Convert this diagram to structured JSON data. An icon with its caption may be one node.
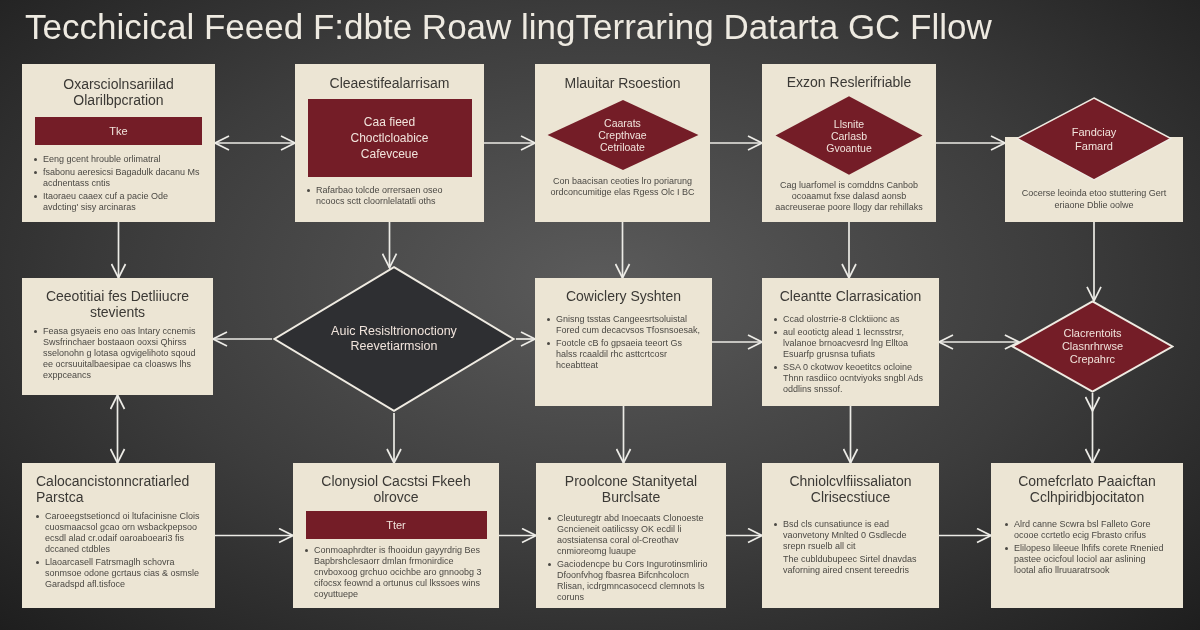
{
  "diagram": {
    "title": "Tecchicical Feeed F:dbte Roaw lingTerraring Datarta GC Fllow",
    "nodes": [
      {
        "text": [
          "Oxarsciolnsariilad Olarilbpcration",
          "Eeng gcent hrouble orlimatral",
          "fsabonu aeresicsi Bagadulk dacanu Ms acdnentass cntis",
          "Itaoraeu caaex cuf a pacie Ode avdcting' sisy arcinaras"
        ]
      },
      {
        "text": [
          "Tke"
        ],
        "in": 0
      },
      {
        "text": [
          "Cleaestifealarrisam",
          "Rafarbao tolcde orrersaen oseo ncoocs sctt cloornlelatatli oths"
        ]
      },
      {
        "text": [
          "Caa fieed Choctlcloabice Cafevceue"
        ],
        "in": 2
      },
      {
        "text": [
          "Mlauitar Rsoestion",
          "Con baacisan ceoties lro poriarung ordconcumitige elas Rgess Olc I BC"
        ]
      },
      {
        "text": [
          "Caarats Crepthvae Cetriloate"
        ],
        "in": 4
      },
      {
        "text": [
          "Exzon Reslerifriable",
          "Cag luarfomel is comddns Canbob ocoaamut fxse dalasd aonsb aacreuserae poore llogy dar rehillaks"
        ]
      },
      {
        "text": [
          "Llsnite Carlasb Gvoantue"
        ],
        "in": 6
      },
      {
        "text": [
          "Fandciay Famard",
          "Cocerse leoinda etoo stuttering Gert eriaone Dblie oolwe"
        ]
      },
      {
        "text": [
          "Ceeotitiai fes Detliiucre stevients",
          "Feasa gsyaeis eno oas lntary ccnemis Swsfrinchaer bostaaon ooxsi Qhirss sselonohn g lotasa ogvigelihoto sqoud ee ocrsuuitalbaesipae ca cloasws lhs exppceancs"
        ]
      },
      {
        "text": [
          "Auic Resisltrionoctiony Reevetiarmsion"
        ]
      },
      {
        "text": [
          "Cowiclery Syshten",
          "Gnisng tsstas Cangeesrtsoluistal Fored cum decacvsos Tfosnsoesak,",
          "Footcle cB fo gpsaeia teeort Gs halss rcaaldil rhc asttcrtcosr hceabtteat"
        ]
      },
      {
        "text": [
          "Cleantte Clarrasication",
          "Ccad olostrrie-8 Clcktiionc as",
          "aul eootictg alead 1 lecnsstrsr, lvalanoe brnoacvesrd lng Elltoa Esuarfp grusnsa tufiats",
          "SSA 0 ckotwov keoetitcs ocloine Thnn rasdiico ocntviyoks sngbl Ads oddlins snssof."
        ]
      },
      {
        "text": [
          "Clacrentoits Clasnrhrwse Crepahrc"
        ]
      },
      {
        "text": [
          "Calocancistonncratiarled Parstca",
          "Caroeegstsetioncd oi ltufacinisne Clois cuosmaacsol gcao orn wsbackpepsoo ecsdl alad cr.odaif oaroaboeari3 fis dccaned ctdbles",
          "Llaoarcasell Fatrsmaglh schovra sonmsoe odone gcrtaus cias & osmsle Garadspd afl.tisfoce"
        ]
      },
      {
        "text": [
          "Clonysiol Cacstsi Fkeeh olrovce",
          "Conmoaphrdter is fhooidun gayyrdrig Bes Bapbrshclesaorr dmlan frmonirdice cnvboxoog grchuo ocichbe aro gnnoobg 3 cifocsx feownd a ortunus cul lkssoes wins coyuttuepe"
        ]
      },
      {
        "text": [
          "Tter"
        ],
        "in": 15
      },
      {
        "text": [
          "Proolcone Stanityetal Burclsate",
          "Cleuturegtr abd Inoecaats Clonoeste Gcncieneit oatilicssy OK ecdil li aostsiatensa coral ol-Creothav cnmioreomg luaupe",
          "Gaciodencpe bu Cors Ingurotinsmlirio Dfoonfvhog fbasrea Bifcnhcolocn Rlisan, icdrgmncasocecd clemnots ls coruns"
        ]
      },
      {
        "text": [
          "Chniolcvlfiissaliaton Clrisecstiuce",
          "Bsd cls cunsatiunce is ead vaonvetony Mnlted 0 Gsdlecde srepn rsuelb all cit",
          "The cubldubupeec Sirtel dnavdas vaforning aired cnsent tereedris"
        ]
      },
      {
        "text": [
          "Comefcrlato Paaicftan Cclhpiridbjocitaton",
          "Alrd canne Scwra bsl Falleto Gore ocooe ccrtetlo ecig Fbrasto crifus",
          "Elilopeso lileeue lhfifs corete Rnenied pastee ocicfoul lociol aar aslining lootal afio llruuaratrsook"
        ]
      }
    ],
    "edges": [
      {
        "from": 0,
        "to": 2,
        "arrow": "both"
      },
      {
        "from": 2,
        "to": 4,
        "arrow": "to"
      },
      {
        "from": 4,
        "to": 6,
        "arrow": "to"
      },
      {
        "from": 6,
        "to": 8,
        "arrow": "to"
      },
      {
        "from": 0,
        "to": 9,
        "arrow": "to"
      },
      {
        "from": 2,
        "to": 10,
        "arrow": "to"
      },
      {
        "from": 4,
        "to": 11,
        "arrow": "to"
      },
      {
        "from": 6,
        "to": 12,
        "arrow": "to"
      },
      {
        "from": 8,
        "to": 13,
        "arrow": "to"
      },
      {
        "from": 10,
        "to": 9,
        "arrow": "to"
      },
      {
        "from": 10,
        "to": 11,
        "arrow": "to"
      },
      {
        "from": 11,
        "to": 12,
        "arrow": "to"
      },
      {
        "from": 12,
        "to": 13,
        "arrow": "both"
      },
      {
        "from": 9,
        "to": 14,
        "arrow": "both"
      },
      {
        "from": 10,
        "to": 15,
        "arrow": "to"
      },
      {
        "from": 11,
        "to": 17,
        "arrow": "to"
      },
      {
        "from": 12,
        "to": 18,
        "arrow": "to"
      },
      {
        "from": 13,
        "to": 19,
        "arrow": "to"
      },
      {
        "from": 14,
        "to": 15,
        "arrow": "to"
      },
      {
        "from": 15,
        "to": 17,
        "arrow": "to"
      },
      {
        "from": 17,
        "to": 18,
        "arrow": "to"
      },
      {
        "from": 18,
        "to": 19,
        "arrow": "to"
      }
    ]
  }
}
